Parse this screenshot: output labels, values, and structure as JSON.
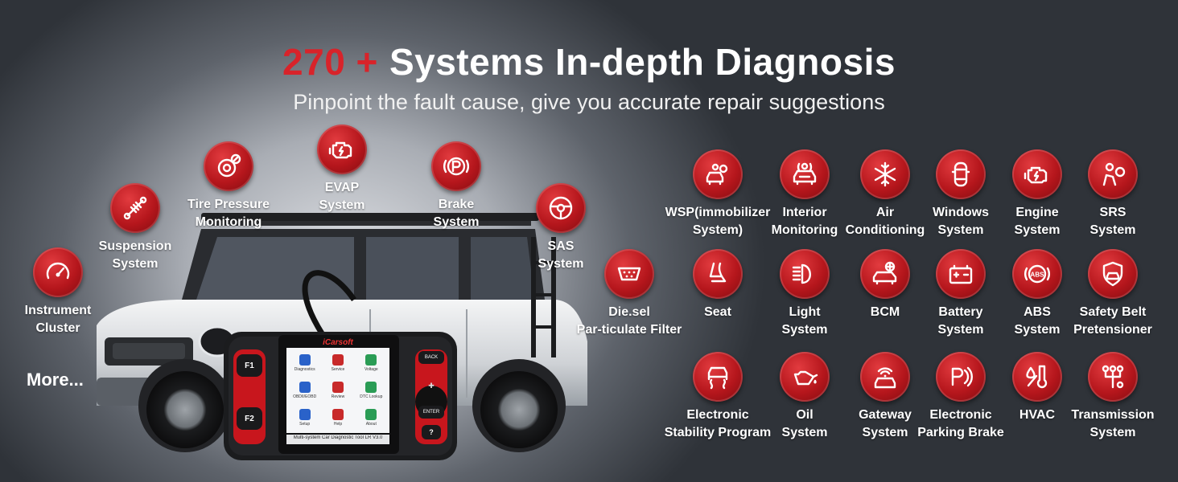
{
  "headline": {
    "accent": "270 +",
    "rest": "Systems In-depth Diagnosis"
  },
  "subline": "Pinpoint the fault cause, give you accurate repair suggestions",
  "more": "More...",
  "colors": {
    "accent_red": "#d8232a",
    "circle_red": "#b5161c"
  },
  "scanner": {
    "brand": "iCarsoft",
    "model": "Multi-system Car Diagnostic Tool LR V3.0",
    "keys": [
      "F1",
      "F2",
      "BACK",
      "ENTER",
      "?"
    ],
    "menu": [
      "Diagnostics",
      "Service",
      "Voltage",
      "OBDII/EOBD",
      "Review",
      "DTC Lookup",
      "Setup",
      "Help",
      "About"
    ]
  },
  "left_features": [
    {
      "label": "Instrument\nCluster",
      "icon": "gauge-icon"
    },
    {
      "label": "Suspension\nSystem",
      "icon": "shock-absorber-icon"
    },
    {
      "label": "Tire Pressure\nMonitoring",
      "icon": "tire-icon"
    },
    {
      "label": "EVAP\nSystem",
      "icon": "engine-icon"
    },
    {
      "label": "Brake\nSystem",
      "icon": "parking-brake-icon"
    },
    {
      "label": "SAS\nSystem",
      "icon": "steering-wheel-icon"
    },
    {
      "label": "Die.sel\nPar-ticulate Filter",
      "icon": "connector-icon"
    }
  ],
  "right_features": [
    {
      "label": "WSP(immobilizer\nSystem)",
      "icon": "gear-car-icon"
    },
    {
      "label": "Interior\nMonitoring",
      "icon": "interior-car-icon"
    },
    {
      "label": "Air\nConditioning",
      "icon": "snowflake-icon"
    },
    {
      "label": "Windows\nSystem",
      "icon": "car-top-icon"
    },
    {
      "label": "Engine\nSystem",
      "icon": "engine-icon"
    },
    {
      "label": "SRS\nSystem",
      "icon": "airbag-icon"
    },
    {
      "label": "Seat",
      "icon": "seat-icon"
    },
    {
      "label": "Light\nSystem",
      "icon": "headlight-icon"
    },
    {
      "label": "BCM",
      "icon": "bcm-car-icon"
    },
    {
      "label": "Battery\nSystem",
      "icon": "battery-icon"
    },
    {
      "label": "ABS\nSystem",
      "icon": "abs-icon"
    },
    {
      "label": "Safety Belt\nPretensioner",
      "icon": "shield-car-icon"
    },
    {
      "label": "Electronic\nStability Program",
      "icon": "esp-car-icon"
    },
    {
      "label": "Oil\nSystem",
      "icon": "oil-can-icon"
    },
    {
      "label": "Gateway\nSystem",
      "icon": "wifi-car-icon"
    },
    {
      "label": "Electronic\nParking Brake",
      "icon": "electric-parking-icon"
    },
    {
      "label": "HVAC",
      "icon": "thermometer-drop-icon"
    },
    {
      "label": "Transmission\nSystem",
      "icon": "gear-shift-icon"
    }
  ]
}
